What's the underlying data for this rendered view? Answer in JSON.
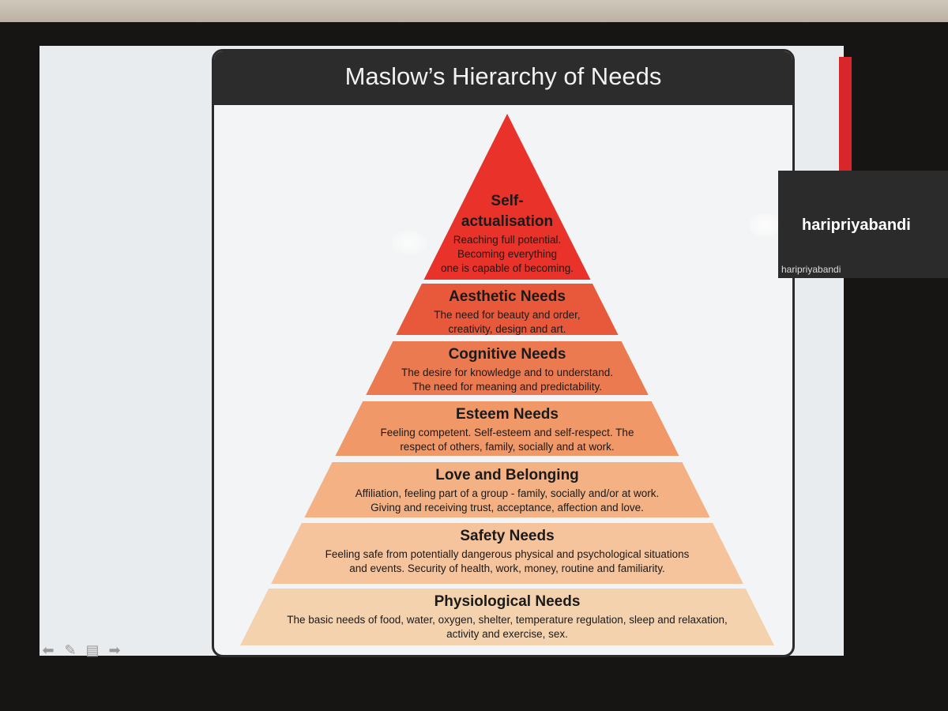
{
  "slide": {
    "title": "Maslow’s Hierarchy of Needs",
    "levels": [
      {
        "title_lines": [
          "Self-",
          "actualisation"
        ],
        "desc_lines": [
          "Reaching full potential.",
          "Becoming everything",
          "one is capable of becoming."
        ],
        "color": "#e8322a"
      },
      {
        "title_lines": [
          "Aesthetic Needs"
        ],
        "desc_lines": [
          "The need for beauty and order,",
          "creativity, design and art."
        ],
        "color": "#e8583a"
      },
      {
        "title_lines": [
          "Cognitive Needs"
        ],
        "desc_lines": [
          "The desire for knowledge and to understand.",
          "The need for meaning and predictability."
        ],
        "color": "#ec7a50"
      },
      {
        "title_lines": [
          "Esteem Needs"
        ],
        "desc_lines": [
          "Feeling competent.  Self-esteem and self-respect.  The",
          "respect of others, family, socially and at work."
        ],
        "color": "#f09868"
      },
      {
        "title_lines": [
          "Love and Belonging"
        ],
        "desc_lines": [
          "Affiliation, feeling part of a group - family, socially and/or at work.",
          "Giving and receiving trust, acceptance, affection and love."
        ],
        "color": "#f3b184"
      },
      {
        "title_lines": [
          "Safety Needs"
        ],
        "desc_lines": [
          "Feeling safe from potentially dangerous physical and psychological situations",
          "and events.  Security of health, work, money, routine and familiarity."
        ],
        "color": "#f5c49c"
      },
      {
        "title_lines": [
          "Physiological Needs"
        ],
        "desc_lines": [
          "The basic needs of food, water, oxygen, shelter, temperature regulation, sleep and relaxation,",
          "activity and exercise, sex."
        ],
        "color": "#f5d2ae"
      }
    ]
  },
  "participant": {
    "name_large": "haripriyabandi",
    "name_small": "haripriyabandi"
  },
  "toolbar": {
    "icons": [
      "arrow-left-icon",
      "pen-icon",
      "menu-icon",
      "arrow-right-icon"
    ]
  },
  "colors": {
    "accent_red": "#d8262a",
    "header": "#2c2c2c"
  }
}
